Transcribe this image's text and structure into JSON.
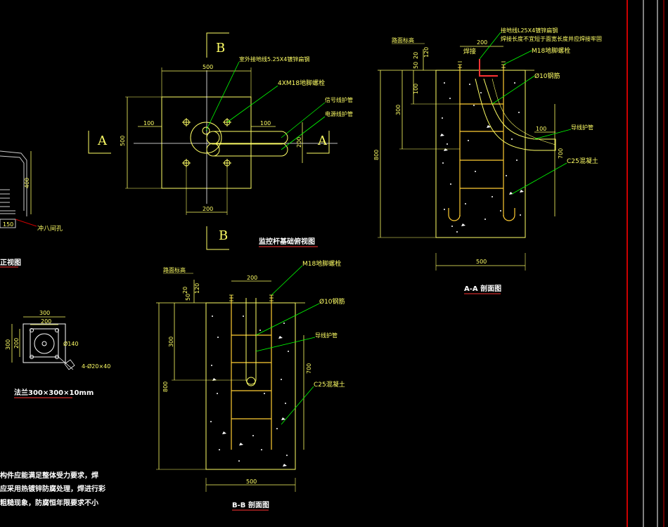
{
  "colors": {
    "background": "#000000",
    "outline": "#ffff66",
    "leader": "#00ff00",
    "rebar": "#ffcc33",
    "border": "#cc0000",
    "title_underline": "#ff3333",
    "text_white": "#ffffff"
  },
  "plan": {
    "section_a": "A",
    "section_b": "B",
    "title": "监控杆基础俯视图",
    "dim_500_top": "500",
    "dim_500_left": "500",
    "dim_200_bottom": "200",
    "dim_200_right": "200",
    "dim_100_left": "100",
    "dim_100_right": "100",
    "callout_grounding": "室外接地线5.25X4镀锌扁钢",
    "callout_bolts": "4XM18地脚螺栓",
    "callout_sleeve1": "信号线护管",
    "callout_sleeve2": "电源线护管"
  },
  "section_aa": {
    "title": "A-A 剖面图",
    "callout_ground_strip": "接地线L25X4镀锌扁钢",
    "callout_ground_note": "焊接长度不宜短于面宽长度并应焊接牢固",
    "label_weld": "焊接",
    "label_ground_level": "路面标高",
    "callout_bolt": "M18地脚螺栓",
    "callout_rebar": "Ø10钢筋",
    "callout_conduit": "导线护管",
    "callout_concrete": "C25混凝土",
    "dim_200": "200",
    "dim_120": "120",
    "dim_50": "50",
    "dim_20": "20",
    "dim_100": "100",
    "dim_300": "300",
    "dim_800": "800",
    "dim_100_conduit": "100",
    "dim_700": "700",
    "dim_500": "500"
  },
  "section_bb": {
    "title": "B-B 剖面图",
    "label_ground_level": "路面标高",
    "callout_bolt": "M18地脚螺栓",
    "callout_rebar": "Ø10钢筋",
    "callout_conduit": "导线护管",
    "callout_concrete": "C25混凝土",
    "dim_200": "200",
    "dim_50": "50",
    "dim_120": "120",
    "dim_20": "20",
    "dim_300": "300",
    "dim_800": "800",
    "dim_700": "700",
    "dim_500": "500"
  },
  "left_partial": {
    "dim_400": "400",
    "dim_150": "150",
    "callout_hole": "冲八间孔",
    "title_front": "正视图",
    "flange_dim_300_top": "300",
    "flange_dim_200_top": "200",
    "flange_dim_300_left": "300",
    "flange_dim_200_left": "200",
    "flange_dim_phi140": "Ø140",
    "flange_dim_holes": "4-Ø20×40",
    "flange_title": "法兰300×300×10mm",
    "note_line1": "构件应能满足整体受力要求，焊",
    "note_line2": "应采用热镀锌防腐处理，焊进行彩",
    "note_line3": "粗糙现象，防腐恒年限要求不小"
  }
}
